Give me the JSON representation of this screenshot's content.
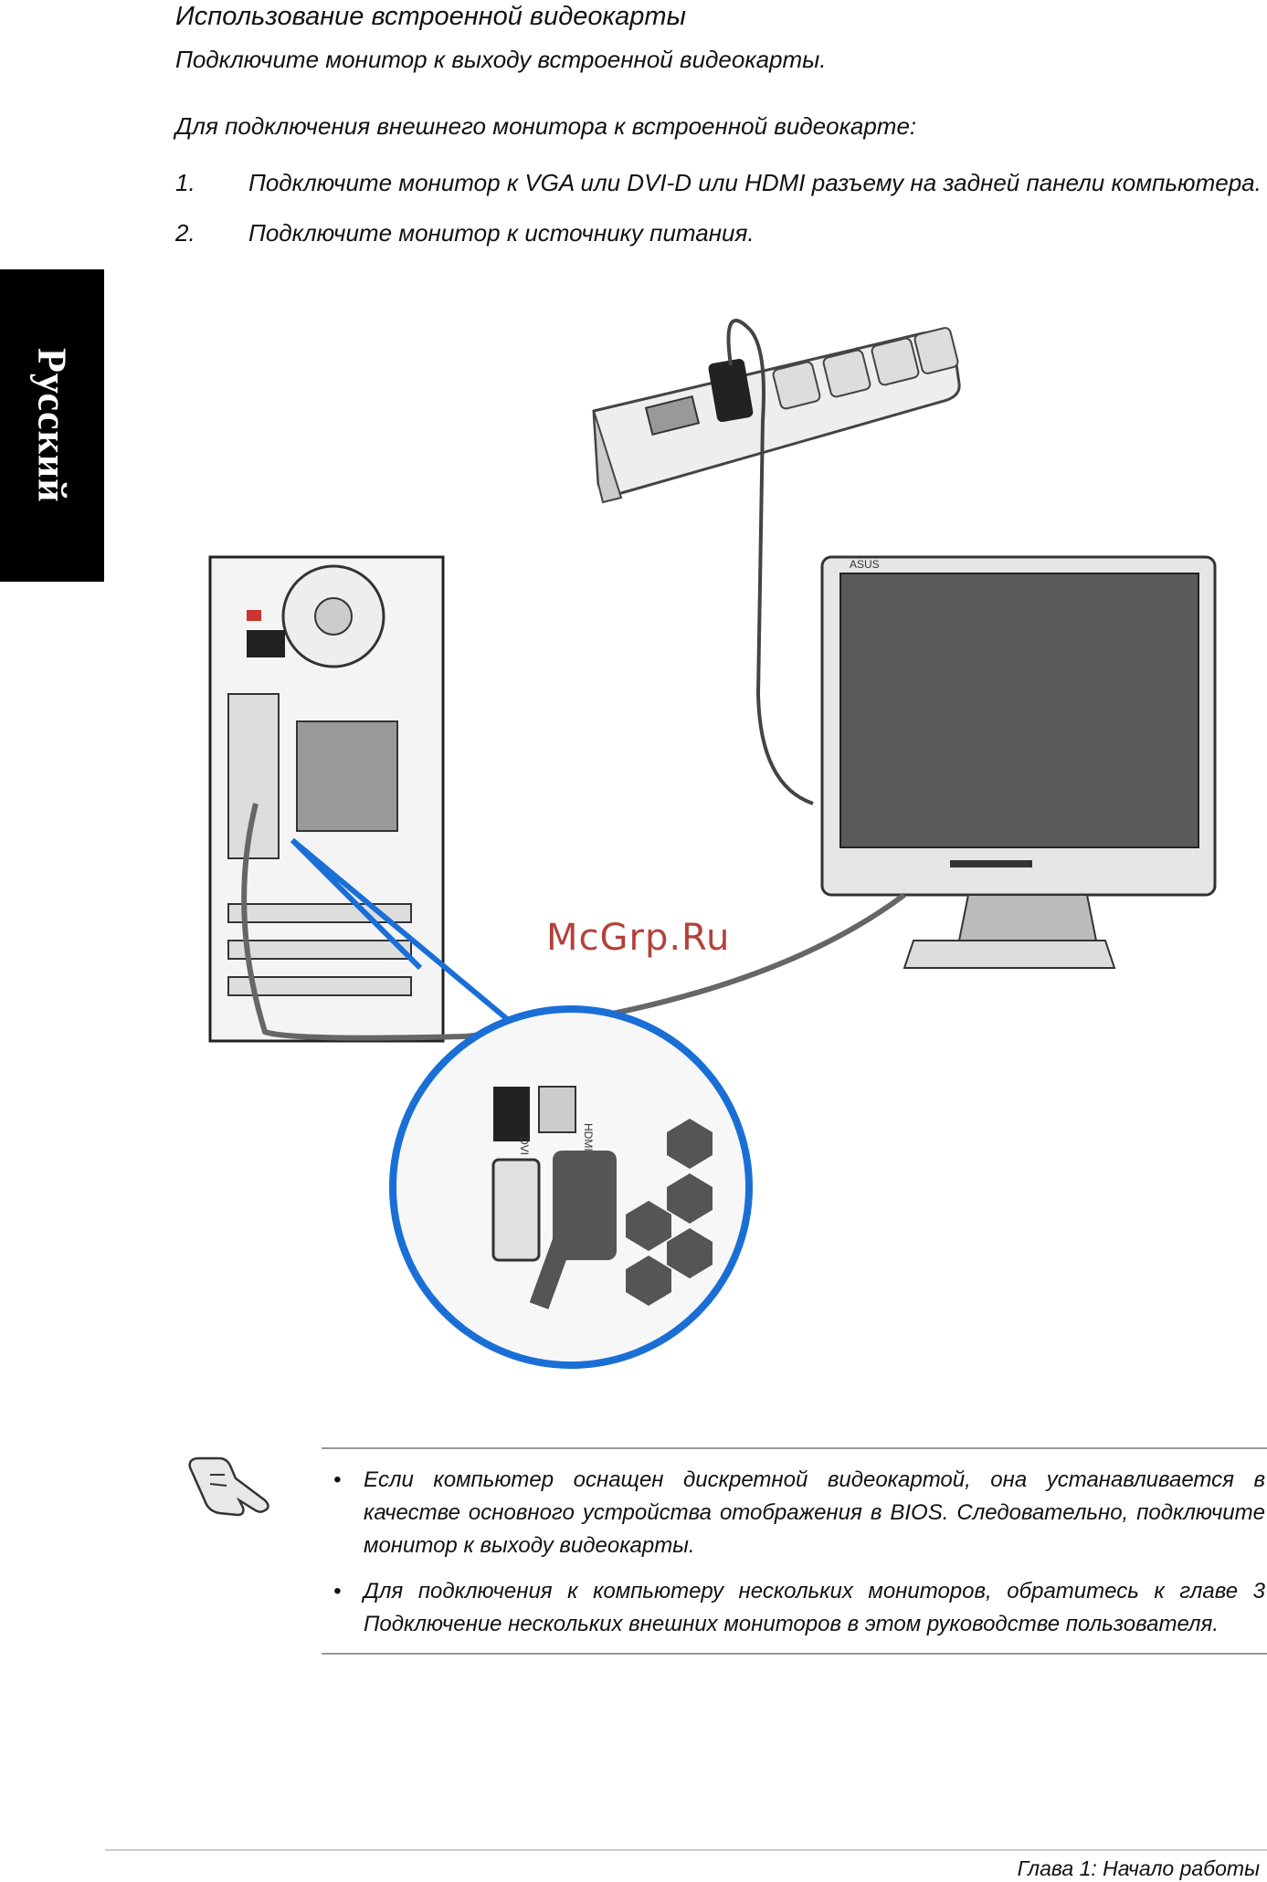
{
  "side_tab": {
    "label": "Русский"
  },
  "section": {
    "title": "Использование встроенной видеокарты",
    "subtitle": "Подключите монитор к выходу встроенной видеокарты.",
    "intro": "Для подключения внешнего монитора к встроенной видеокарте:",
    "steps": [
      {
        "number": "1.",
        "text": "Подключите монитор к VGA или DVI-D или HDMI разъему на задней панели компьютера."
      },
      {
        "number": "2.",
        "text": "Подключите монитор к источнику питания."
      }
    ]
  },
  "figure": {
    "monitor_brand": "ASUS",
    "port_labels": {
      "hdmi": "HDMI",
      "dvi": "DVI"
    }
  },
  "watermark": "McGrp.Ru",
  "notes": {
    "icon": "hand-note-icon",
    "items": [
      {
        "bullet": "•",
        "text": "Если компьютер оснащен дискретной видеокартой, она устанавливается в качестве основного устройства отображения в BIOS. Следовательно, подключите монитор к выходу видеокарты."
      },
      {
        "bullet": "•",
        "text": "Для подключения к компьютеру нескольких мониторов, обратитесь к главе 3 Подключение нескольких внешних мониторов в этом руководстве пользователя."
      }
    ]
  },
  "footer": {
    "label": "Глава 1: Начало работы"
  }
}
